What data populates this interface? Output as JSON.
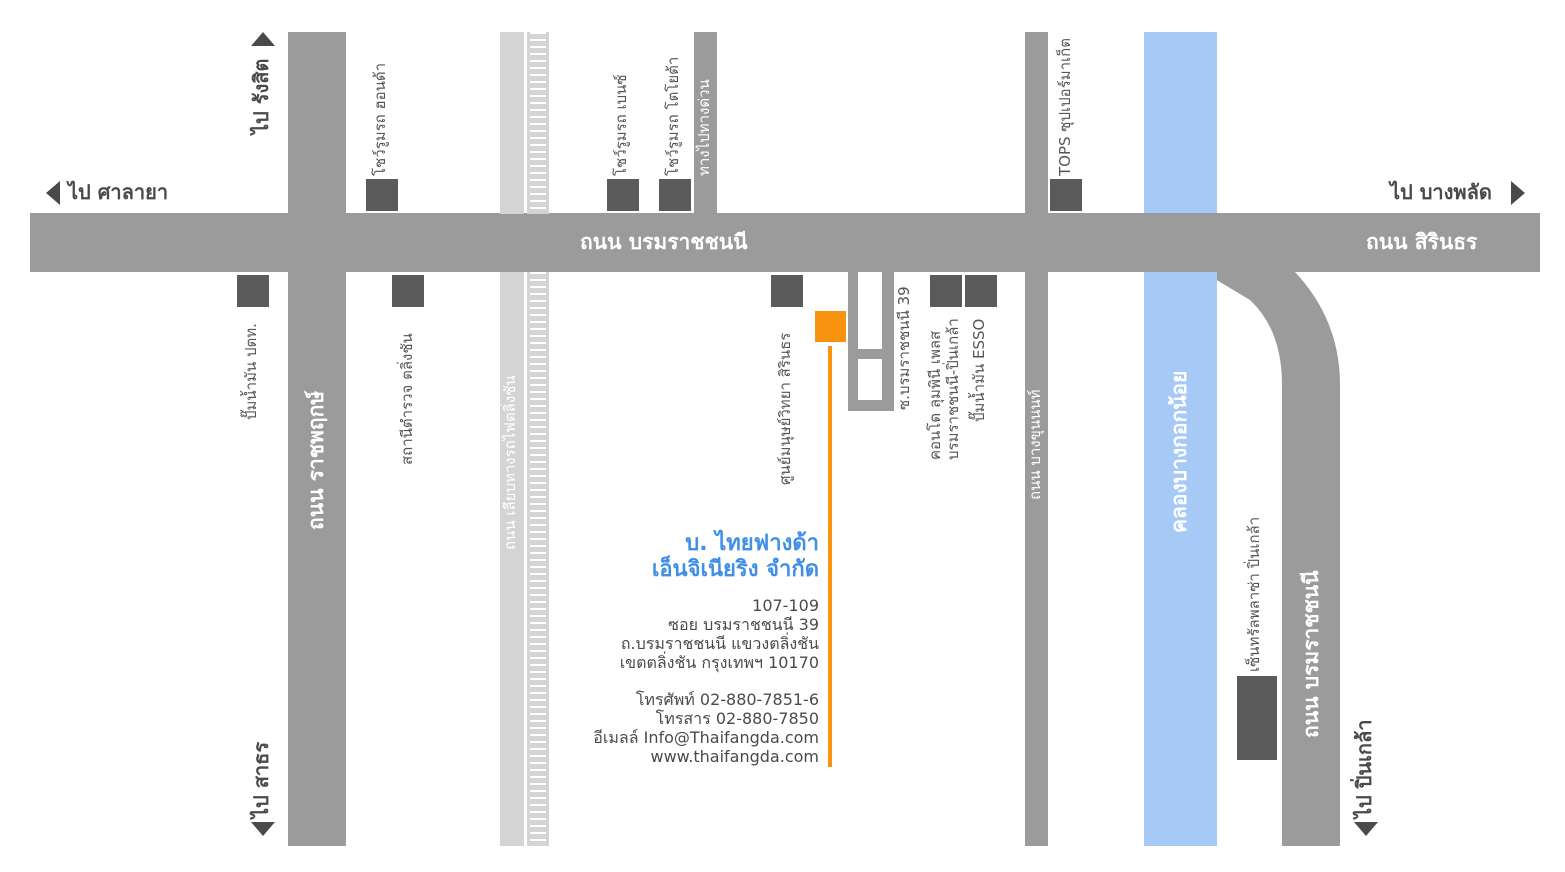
{
  "roads": {
    "borommaratchachonnani_main": "ถนน บรมราชชนนี",
    "sirindhorn": "ถนน สิรินธร",
    "ratchaphruek": "ถนน ราชพฤกษ์",
    "railway_side": "ถนน เลียบทางรถไฟตลิ่งชัน",
    "bang_khun_non": "ถนน บางขุนนนท์",
    "soi_39": "ซ.บรมราชชนนี 39",
    "borommaratchachonnani_lower": "ถนน บรมราชชนนี",
    "canal": "คลองบางกอกน้อย",
    "expressway": "ทางไปทางด่วน"
  },
  "directions": {
    "salaya": "ไป ศาลายา",
    "bang_phlat": "ไป บางพลัด",
    "rangsit": "ไป รังสิต",
    "sathon": "ไป สาธร",
    "pin_klao": "ไป ปิ่นเกล้า"
  },
  "landmarks": {
    "honda": "โชว์รูมรถ ฮอนด้า",
    "benz": "โชว์รูมรถ เบนซ์",
    "toyota": "โชว์รูมรถ โตโยต้า",
    "tops": "TOPS ซุปเปอร์มาเก็ต",
    "ptt": "ปั๊มน้ำมัน ปตท.",
    "police": "สถานีตำรวจ ตลิ่งชัน",
    "sirindhorn_center": "ศูนย์มนุษย์วิทยา สิรินธร",
    "lumpini_line1": "คอนโด ลุมพินี เพลส",
    "lumpini_line2": "บรมราชชนนี-ปิ่นเกล้า",
    "esso": "ปั๊มน้ำมัน ESSO",
    "central": "เซ็นทรัลพลาซ่า ปิ่นเกล้า"
  },
  "company": {
    "name_line1": "บ. ไทยฟางด้า",
    "name_line2": "เอ็นจิเนียริง จำกัด",
    "address": [
      "107-109",
      "ซอย บรมราชชนนี 39",
      "ถ.บรมราชชนนี แขวงตลิ่งชัน",
      "เขตตลิ่งชัน กรุงเทพฯ 10170"
    ],
    "phone": "โทรศัพท์ 02-880-7851-6",
    "fax": "โทรสาร 02-880-7850",
    "email": "อีเมลล์ Info@Thaifangda.com",
    "website": "www.thaifangda.com"
  },
  "colors": {
    "road": "#9b9b9b",
    "railway": "#d4d4d4",
    "canal": "#a6caf5",
    "building": "#5b5b5b",
    "company_marker": "#f7930f",
    "company_text": "#3f8fe8"
  }
}
